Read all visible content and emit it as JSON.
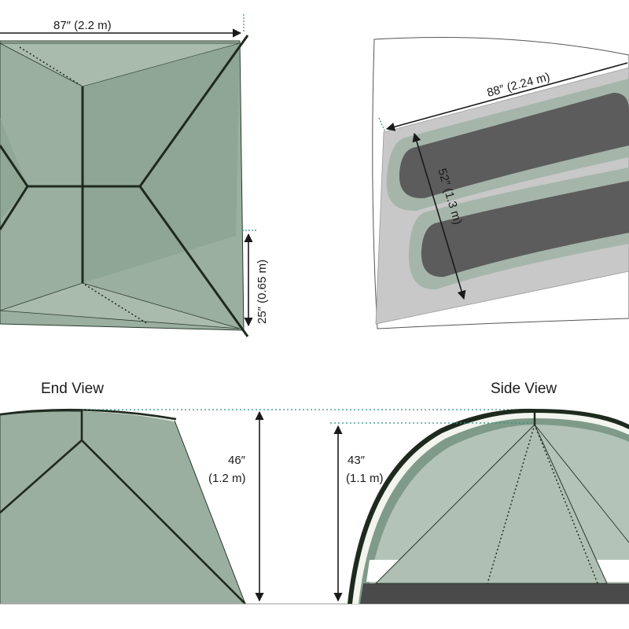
{
  "top_view": {
    "length_dim": "87″ (2.2 m)",
    "height_dim": "25″ (0.65 m)"
  },
  "floor_view": {
    "length_dim": "88″ (2.24 m)",
    "width_dim": "52″ (1.3 m)"
  },
  "end_view": {
    "title": "End View",
    "height_dim_line1": "46″",
    "height_dim_line2": "(1.2 m)"
  },
  "side_view": {
    "title": "Side View",
    "height_dim_line1": "43″",
    "height_dim_line2": "(1.1 m)"
  },
  "colors": {
    "tent_fabric": "#9aaf9f",
    "tent_fabric_light": "#b4c3b8",
    "tent_fabric_dark": "#7f9a88",
    "pole": "#1f2a1f",
    "guide": "#2f8f7f",
    "floor_dark": "#4a4a4a",
    "floor_grey": "#c8c8c8"
  }
}
